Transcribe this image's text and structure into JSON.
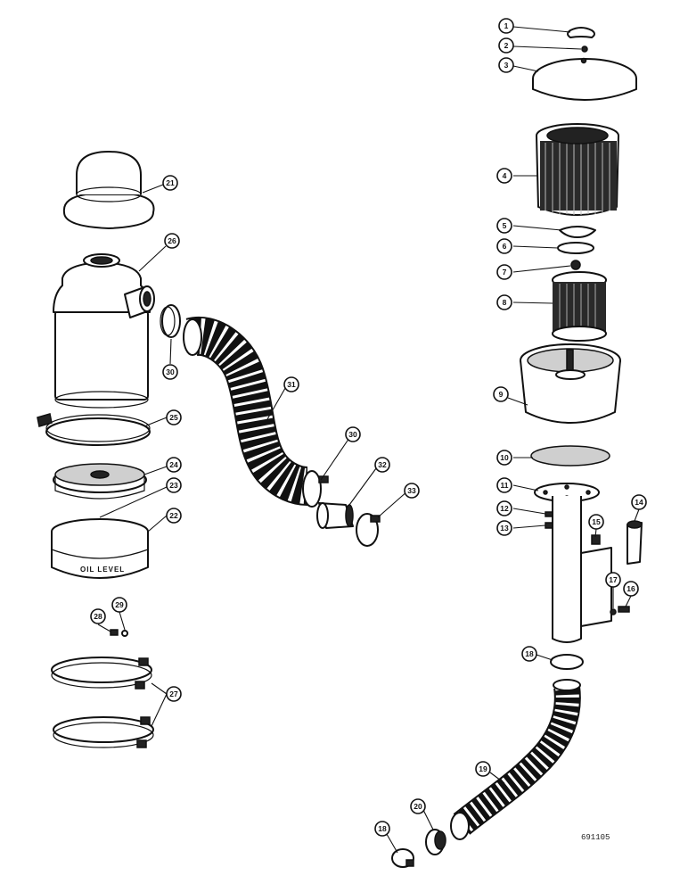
{
  "drawing_number": "691105",
  "vessel_marking": "OIL LEVEL",
  "callouts": [
    "1",
    "2",
    "3",
    "4",
    "5",
    "6",
    "7",
    "8",
    "9",
    "10",
    "11",
    "12",
    "13",
    "14",
    "15",
    "16",
    "17",
    "18",
    "19",
    "20",
    "21",
    "22",
    "23",
    "24",
    "25",
    "26",
    "27",
    "28",
    "29",
    "30",
    "31",
    "32",
    "33"
  ]
}
